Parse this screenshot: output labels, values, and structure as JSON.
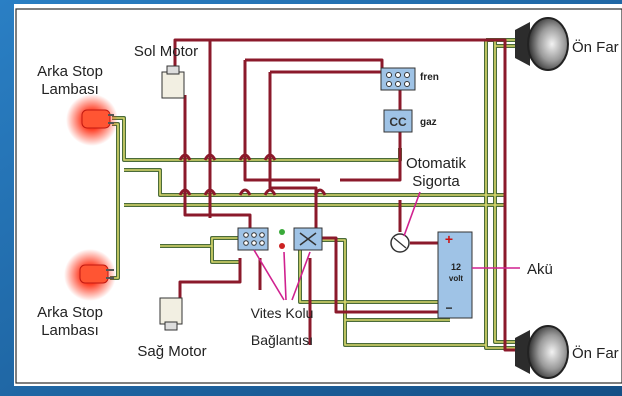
{
  "labels": {
    "arka_stop_top": [
      "Arka Stop",
      "Lambası"
    ],
    "arka_stop_bottom": [
      "Arka Stop",
      "Lambası"
    ],
    "sol_motor": "Sol Motor",
    "sag_motor": "Sağ Motor",
    "fren": "fren",
    "gaz": "gaz",
    "otomatik_sigorta": [
      "Otomatik",
      "Sigorta"
    ],
    "aku": "Akü",
    "battery_voltage": "12",
    "battery_unit": "volt",
    "battery_plus": "+",
    "battery_minus": "−",
    "vites_kolu": [
      "Vites Kolu",
      "Bağlantısı"
    ],
    "on_far_top": "Ön Far",
    "on_far_bottom": "Ön Far"
  },
  "colors": {
    "background_panel": "#ffffff",
    "frame_blue": "#1f6fb0",
    "wire_red": "#8b1a2b",
    "wire_yellow": "#d8d86a",
    "wire_green": "#4a6b3a",
    "switch_blue": "#9fc3e6",
    "callout": "#d0218f",
    "lamp_red": "#ff2a1a"
  }
}
